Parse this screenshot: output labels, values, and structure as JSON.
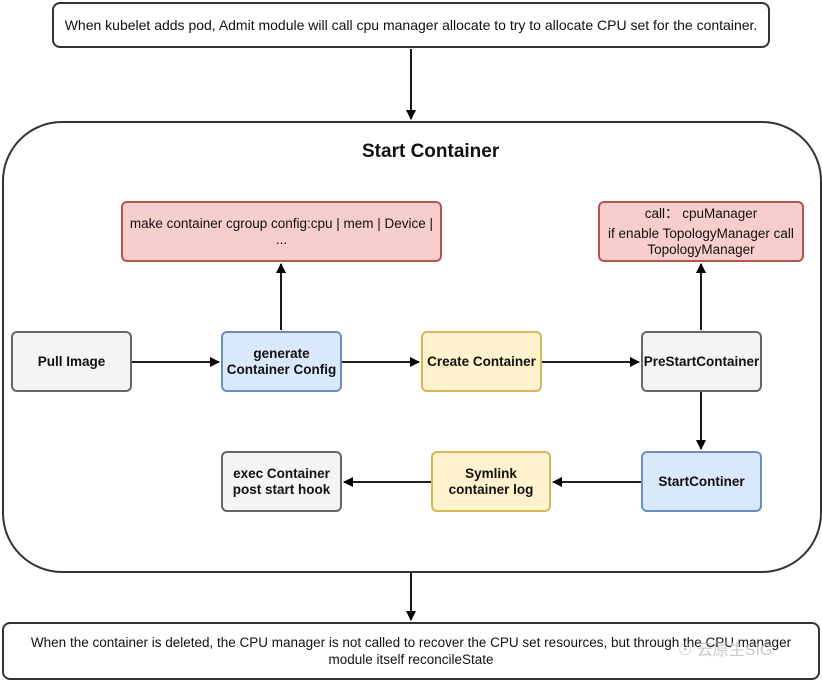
{
  "top_note": "When kubelet adds pod, Admit module will call cpu manager allocate to try to allocate CPU set for the container.",
  "container_title": "Start Container",
  "nodes": {
    "pull_image": "Pull Image",
    "generate_config_line1": "generate",
    "generate_config_line2": "Container Config",
    "create_container": "Create Container",
    "pre_start_container": "PreStartContainer",
    "start_container": "StartContiner",
    "symlink_line1": "Symlink",
    "symlink_line2": "container log",
    "exec_hook_line1": "exec Container",
    "exec_hook_line2": "post start hook"
  },
  "cgroup_note_line1": "make container cgroup config:cpu | mem | Device |",
  "cgroup_note_line2": "...",
  "cpu_manager_note": {
    "line1": "call： cpuManager",
    "line2": "if enable TopologyManager call",
    "line3": "TopologyManager"
  },
  "bottom_note_line1": "When the container is deleted, the CPU manager is not called to recover the CPU set resources, but through the CPU manager",
  "bottom_note_line2": "module itself reconcileState",
  "watermark": "云原生SIG",
  "colors": {
    "blue_fill": "#dae8fc",
    "blue_stroke": "#6c8ebf",
    "yellow_fill": "#fff2cc",
    "yellow_stroke": "#d6b656",
    "red_fill": "#f8cecc",
    "red_stroke": "#b85450",
    "gray_fill": "#f4f4f4",
    "gray_stroke": "#666666"
  }
}
